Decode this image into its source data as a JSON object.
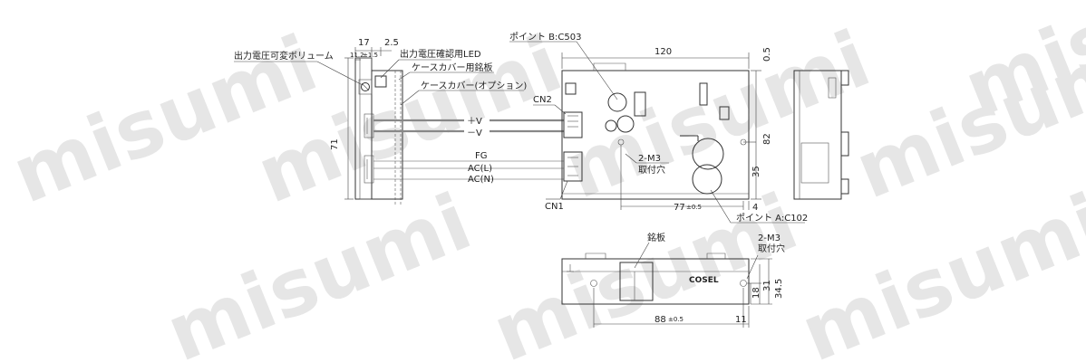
{
  "watermark": "misumi",
  "labels": {
    "volume": "出力電圧可変ボリューム",
    "led": "出力電圧確認用LED",
    "nameplate_cover": "ケースカバー用銘板",
    "case_cover": "ケースカバー(オプション)",
    "point_b": "ポイント B:C503",
    "point_a": "ポイント A:C102",
    "cn1": "CN1",
    "cn2": "CN2",
    "plus_v": "＋V",
    "minus_v": "－V",
    "fg": "FG",
    "acl": "AC(L)",
    "acn": "AC(N)",
    "mount_top_a": "2-M3",
    "mount_top_b": "取付穴",
    "nameplate": "銘板",
    "mount_bot_a": "2-M3",
    "mount_bot_b": "取付穴",
    "logo": "COSEL"
  },
  "dims": {
    "d17": "17",
    "d2_5": "2.5",
    "d11_2": "11.2",
    "tol_1_5": "±1.5",
    "d71": "71",
    "d120": "120",
    "d0_5": "0.5",
    "d82": "82",
    "d35": "35",
    "d4": "4",
    "d77": "77",
    "tol_0_5a": "±0.5",
    "d34_5": "34.5",
    "d31": "31",
    "d18": "18",
    "d88": "88",
    "tol_0_5b": "±0.5",
    "d11": "11"
  }
}
